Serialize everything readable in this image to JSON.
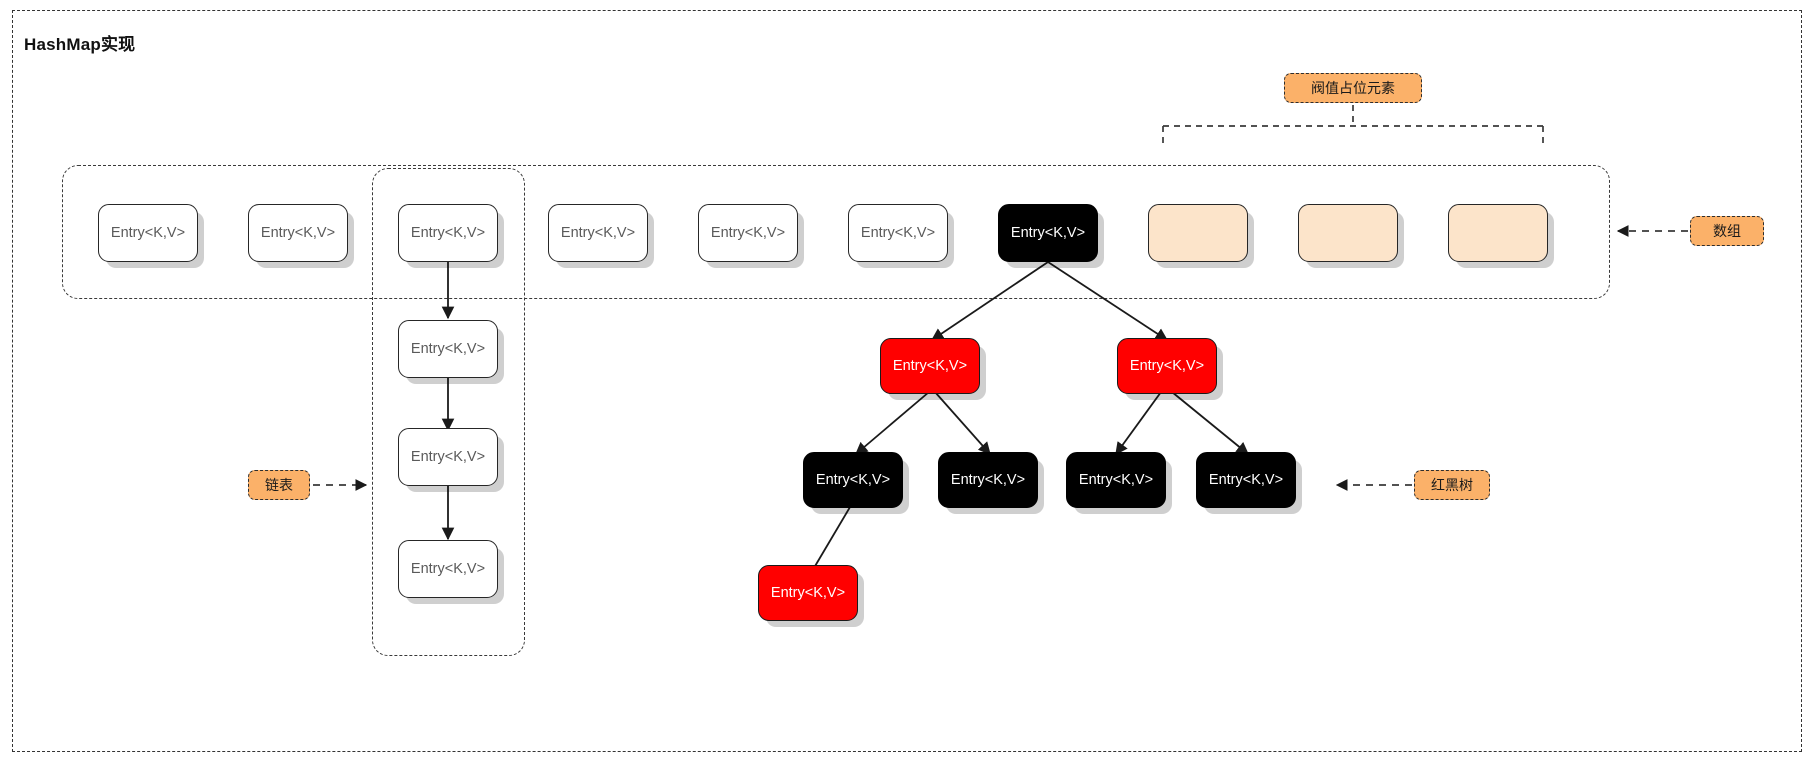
{
  "page": {
    "title": "HashMap实现",
    "background": "#ffffff",
    "frame_border_color": "#333333"
  },
  "colors": {
    "red_node": "#ff0000",
    "black_node": "#000000",
    "white_node": "#ffffff",
    "peach_node": "#fce4ca",
    "chip_orange": "#fbb169",
    "node_text_gray": "#5a5a5a",
    "node_text_white": "#ffffff",
    "edge": "#1a1a1a"
  },
  "node_label": "Entry<K,V>",
  "array": {
    "container_name": "array-container",
    "legend_label": "数组",
    "threshold_label": "阀值占位元素",
    "slots": [
      {
        "index": 0,
        "kind": "white",
        "label": "Entry<K,V>"
      },
      {
        "index": 1,
        "kind": "white",
        "label": "Entry<K,V>"
      },
      {
        "index": 2,
        "kind": "white",
        "label": "Entry<K,V>"
      },
      {
        "index": 3,
        "kind": "white",
        "label": "Entry<K,V>"
      },
      {
        "index": 4,
        "kind": "white",
        "label": "Entry<K,V>"
      },
      {
        "index": 5,
        "kind": "white",
        "label": "Entry<K,V>"
      },
      {
        "index": 6,
        "kind": "black",
        "label": "Entry<K,V>"
      },
      {
        "index": 7,
        "kind": "peach",
        "label": ""
      },
      {
        "index": 8,
        "kind": "peach",
        "label": ""
      },
      {
        "index": 9,
        "kind": "peach",
        "label": ""
      }
    ]
  },
  "linked_list": {
    "legend_label": "链表",
    "container_name": "linked-list-container",
    "nodes": [
      {
        "index": 0,
        "kind": "white",
        "label": "Entry<K,V>"
      },
      {
        "index": 1,
        "kind": "white",
        "label": "Entry<K,V>"
      },
      {
        "index": 2,
        "kind": "white",
        "label": "Entry<K,V>"
      },
      {
        "index": 3,
        "kind": "white",
        "label": "Entry<K,V>"
      }
    ]
  },
  "red_black_tree": {
    "legend_label": "红黑树",
    "root": {
      "kind": "black",
      "label": "Entry<K,V>"
    },
    "level1": [
      {
        "kind": "red",
        "label": "Entry<K,V>"
      },
      {
        "kind": "red",
        "label": "Entry<K,V>"
      }
    ],
    "level2": [
      {
        "kind": "black",
        "label": "Entry<K,V>"
      },
      {
        "kind": "black",
        "label": "Entry<K,V>"
      },
      {
        "kind": "black",
        "label": "Entry<K,V>"
      },
      {
        "kind": "black",
        "label": "Entry<K,V>"
      }
    ],
    "level3": [
      {
        "kind": "red",
        "label": "Entry<K,V>"
      }
    ]
  }
}
